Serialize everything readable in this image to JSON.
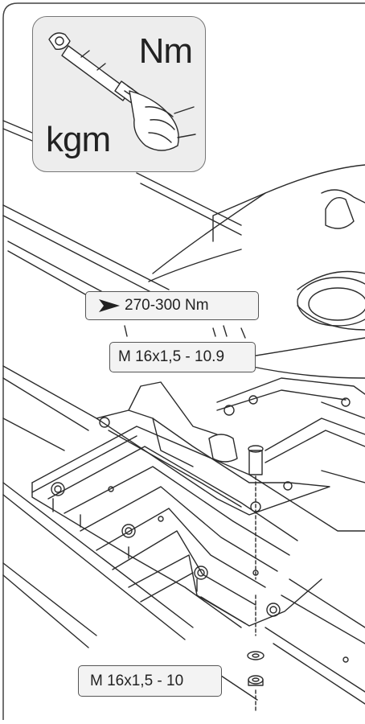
{
  "torque_callout": {
    "text": "270-300 Nm"
  },
  "bolt_callout": {
    "text": "M 16x1,5 - 10.9"
  },
  "nut_callout": {
    "text": "M 16x1,5 - 10"
  },
  "tool_panel": {
    "unit_top": "Nm",
    "unit_bottom": "kgm",
    "icon": "torque-wrench-icon"
  },
  "colors": {
    "line": "#2b2b2b",
    "panel": "#ededed",
    "label_bg": "#f3f3f3"
  }
}
